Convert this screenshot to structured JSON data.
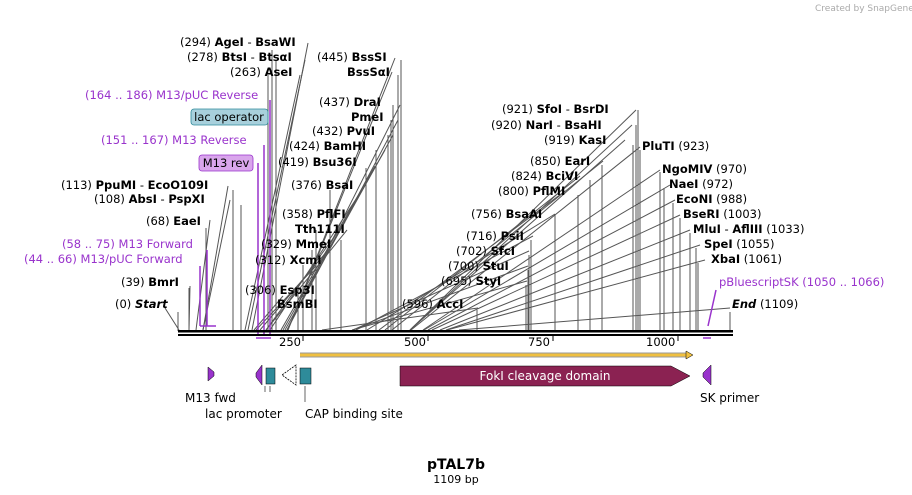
{
  "credit": "Created by SnapGene",
  "title": "pTAL7b",
  "subtitle": "1109 bp",
  "colors": {
    "purple": "#9933cc",
    "teal": "#2e8b9a",
    "fokI": "#8b2252",
    "sites": "#555555",
    "yellow": "#f0c040"
  },
  "sites": [
    {
      "pos": "(294)",
      "name": "AgeI",
      "sep": "-",
      "name2": "BsaWI",
      "bp": 294
    },
    {
      "pos": "(278)",
      "name": "BtsI",
      "sep": "-",
      "name2": "BtsαI",
      "bp": 278
    },
    {
      "pos": "(263)",
      "name": "AseI",
      "bp": 263
    },
    {
      "pos": "(445)",
      "name": "BssSI",
      "bp": 445
    },
    {
      "pos": "",
      "name": "BssSαI",
      "bp": 445
    },
    {
      "pos": "(437)",
      "name": "DraI",
      "bp": 437
    },
    {
      "pos": "",
      "name": "PmeI",
      "bp": 437
    },
    {
      "pos": "(432)",
      "name": "PvuI",
      "bp": 432
    },
    {
      "pos": "(424)",
      "name": "BamHI",
      "bp": 424
    },
    {
      "pos": "(419)",
      "name": "Bsu36I",
      "bp": 419
    },
    {
      "pos": "(376)",
      "name": "BsaI",
      "bp": 376
    },
    {
      "pos": "(358)",
      "name": "PflFI",
      "bp": 358
    },
    {
      "pos": "",
      "name": "Tth111I",
      "bp": 358
    },
    {
      "pos": "(329)",
      "name": "MmeI",
      "bp": 329
    },
    {
      "pos": "(312)",
      "name": "XcmI",
      "bp": 312
    },
    {
      "pos": "(306)",
      "name": "Esp3I",
      "bp": 306
    },
    {
      "pos": "",
      "name": "BsmBI",
      "bp": 306
    },
    {
      "pos": "(113)",
      "name": "PpuMI",
      "sep": "-",
      "name2": "EcoO109I",
      "bp": 113
    },
    {
      "pos": "(108)",
      "name": "AbsI",
      "sep": "-",
      "name2": "PspXI",
      "bp": 108
    },
    {
      "pos": "(68)",
      "name": "EaeI",
      "bp": 68
    },
    {
      "pos": "(39)",
      "name": "BmrI",
      "bp": 39
    },
    {
      "pos": "(0)",
      "name": "Start",
      "bp": 0
    },
    {
      "pos": "(596)",
      "name": "AccI",
      "bp": 596
    },
    {
      "pos": "(921)",
      "name": "SfoI",
      "sep": "-",
      "name2": "BsrDI",
      "bp": 921
    },
    {
      "pos": "(920)",
      "name": "NarI",
      "sep": "-",
      "name2": "BsaHI",
      "bp": 920
    },
    {
      "pos": "(919)",
      "name": "KasI",
      "bp": 919
    },
    {
      "pos": "(850)",
      "name": "EarI",
      "bp": 850
    },
    {
      "pos": "(824)",
      "name": "BciVI",
      "bp": 824
    },
    {
      "pos": "(800)",
      "name": "PflMI",
      "bp": 800
    },
    {
      "pos": "(756)",
      "name": "BsaAI",
      "bp": 756
    },
    {
      "pos": "(716)",
      "name": "PsiI",
      "bp": 716
    },
    {
      "pos": "(702)",
      "name": "SfcI",
      "bp": 702
    },
    {
      "pos": "(700)",
      "name": "StuI",
      "bp": 700
    },
    {
      "pos": "(695)",
      "name": "StyI",
      "bp": 695
    },
    {
      "pos": "",
      "name": "PluTI",
      "pos2": "(923)",
      "bp": 923
    },
    {
      "pos": "",
      "name": "NgoMIV",
      "pos2": "(970)",
      "bp": 970
    },
    {
      "pos": "",
      "name": "NaeI",
      "pos2": "(972)",
      "bp": 972
    },
    {
      "pos": "",
      "name": "EcoNI",
      "pos2": "(988)",
      "bp": 988
    },
    {
      "pos": "",
      "name": "BseRI",
      "pos2": "(1003)",
      "bp": 1003
    },
    {
      "pos": "",
      "name": "MluI",
      "sep": "-",
      "name2": "AflIII",
      "pos2": "(1033)",
      "bp": 1033
    },
    {
      "pos": "",
      "name": "SpeI",
      "pos2": "(1055)",
      "bp": 1055
    },
    {
      "pos": "",
      "name": "XbaI",
      "pos2": "(1061)",
      "bp": 1061
    },
    {
      "pos": "",
      "name": "End",
      "pos2": "(1109)",
      "bp": 1109
    }
  ],
  "primers": [
    {
      "label": "(164 .. 186)  M13/pUC Reverse"
    },
    {
      "label": "(151 .. 167)  M13 Reverse"
    },
    {
      "label": "(58 .. 75)  M13 Forward"
    },
    {
      "label": "(44 .. 66)  M13/pUC Forward"
    },
    {
      "label": "pBluescriptSK   (1050 .. 1066)"
    }
  ],
  "boxes": [
    {
      "label": "lac operator"
    },
    {
      "label": "M13 rev"
    }
  ],
  "ticks": [
    "250",
    "500",
    "750",
    "1000"
  ],
  "features": {
    "fokI": "FokI cleavage domain",
    "m13fwd": "M13 fwd",
    "lacPromoter": "lac promoter",
    "cap": "CAP binding site",
    "skPrimer": "SK primer"
  }
}
